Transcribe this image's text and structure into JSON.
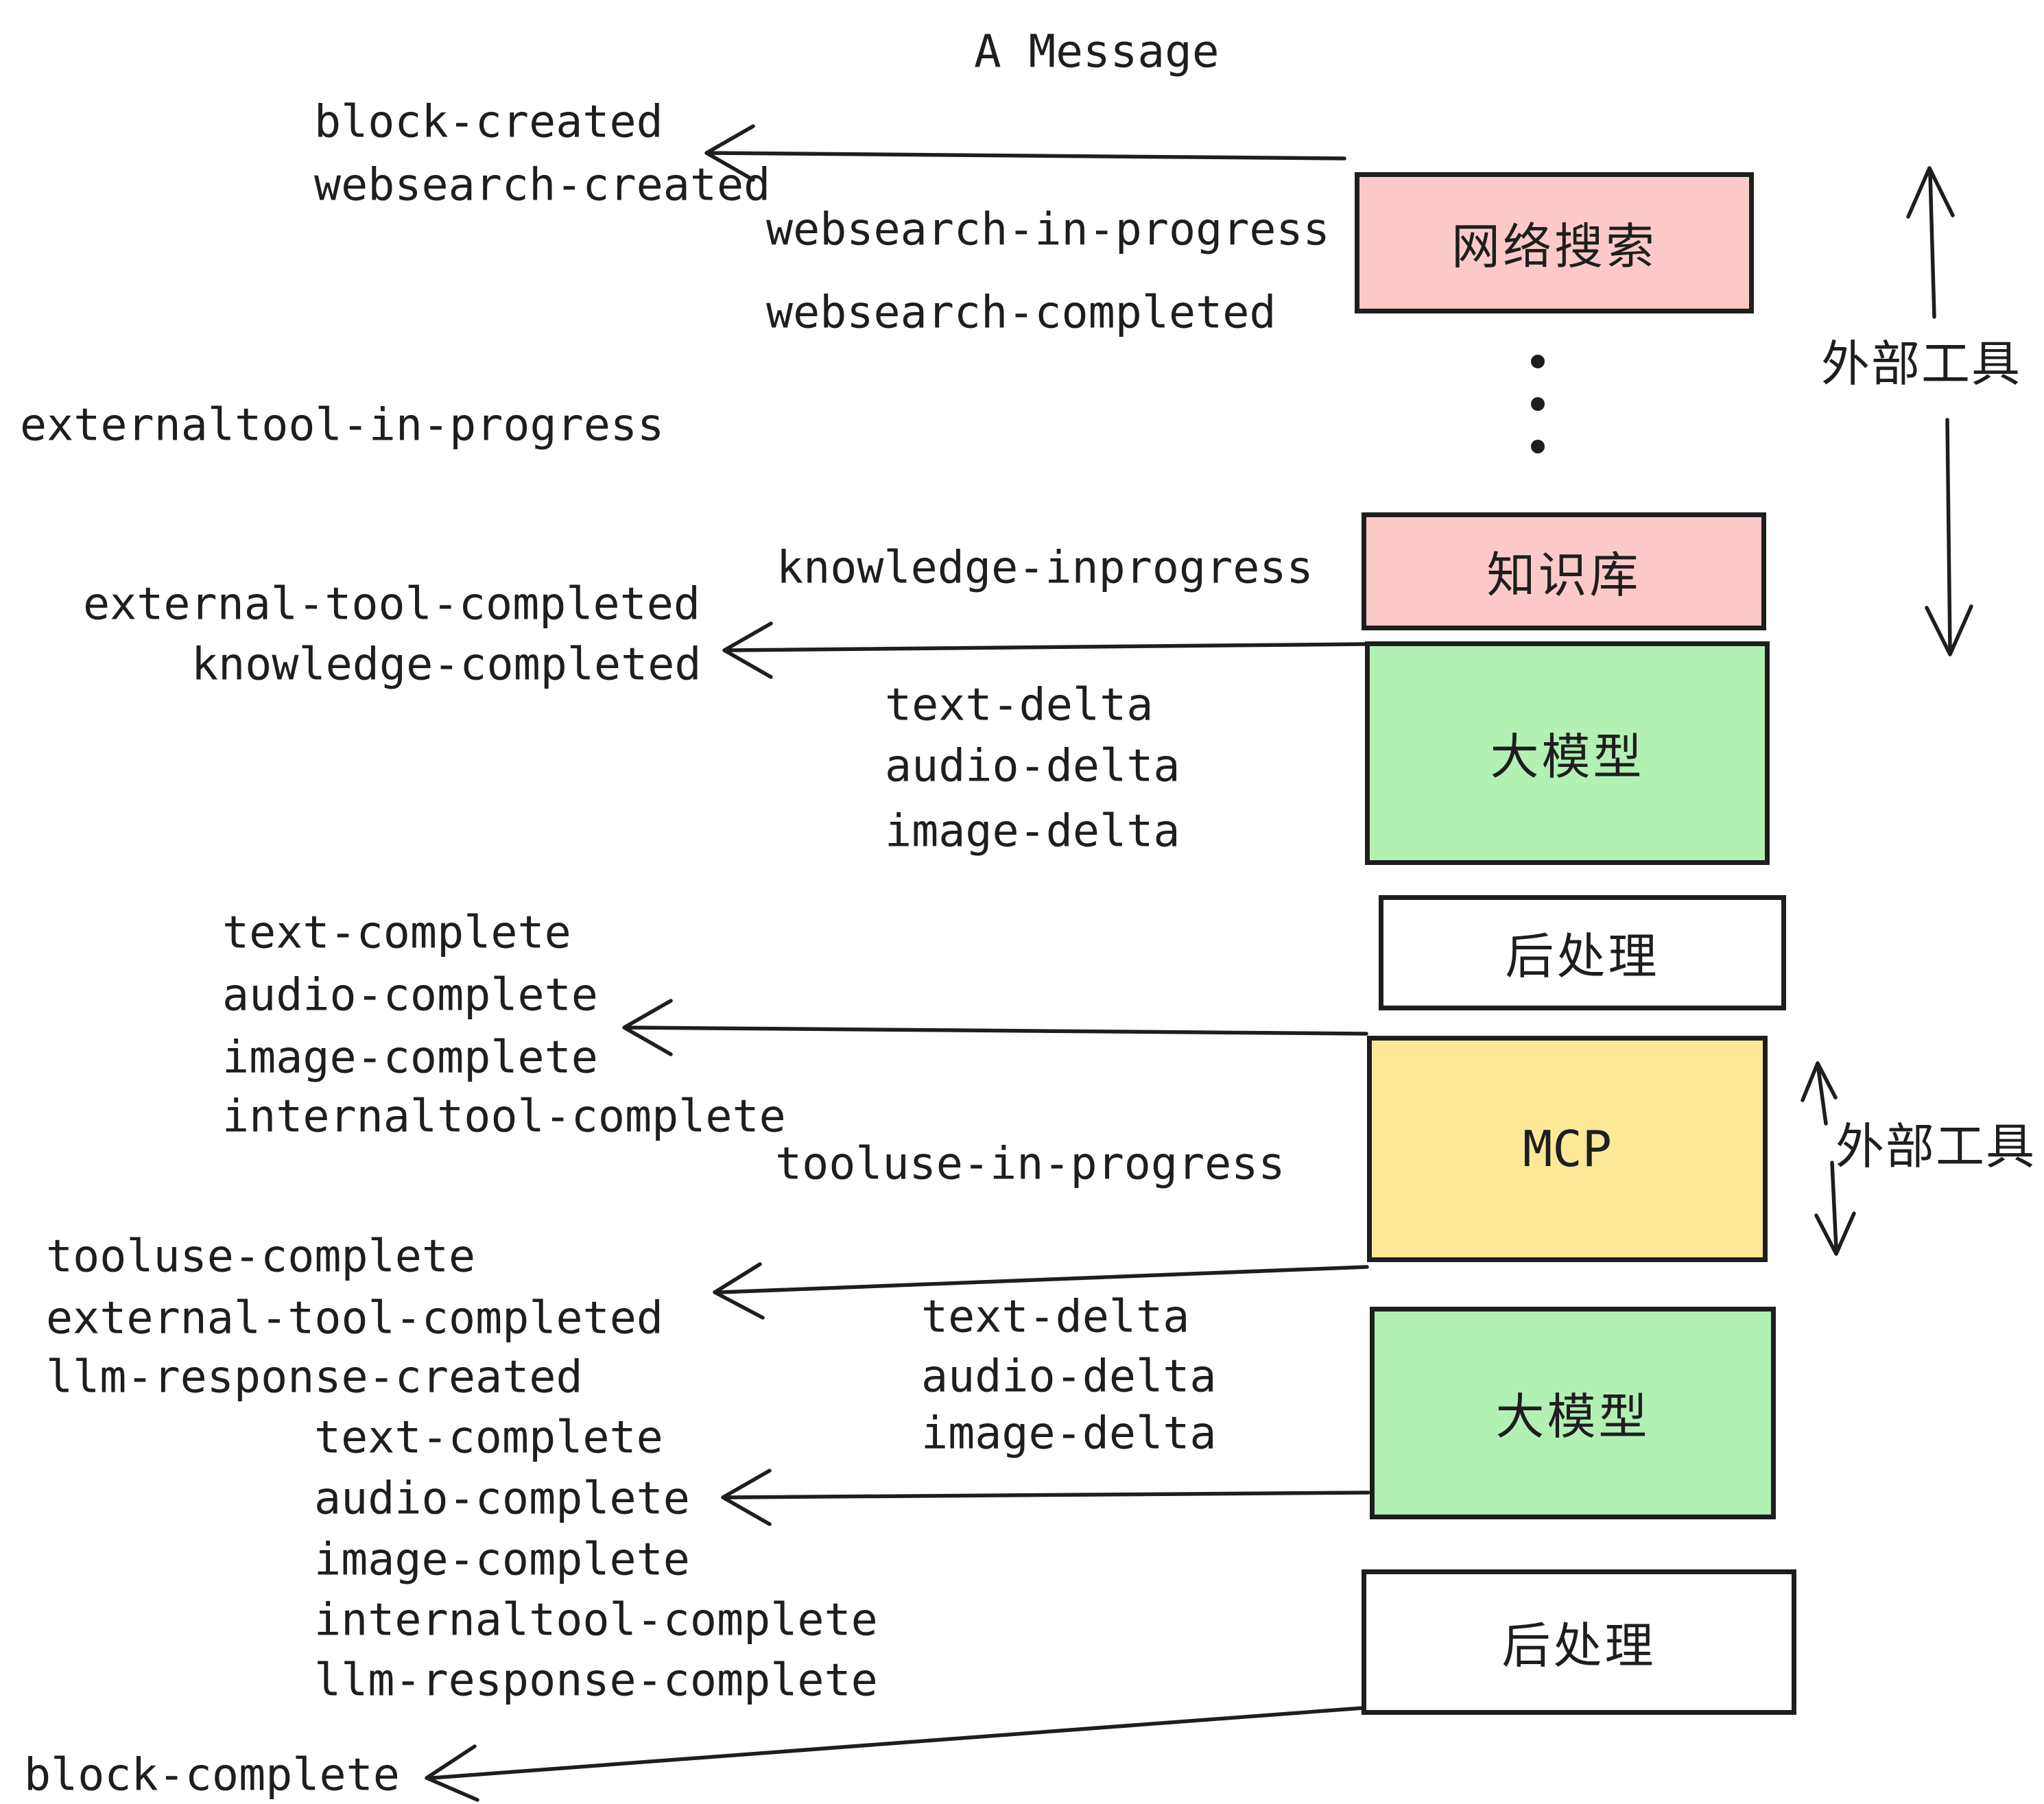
{
  "title": "A Message",
  "events": {
    "block_created": "block-created",
    "websearch_created": "websearch-created",
    "websearch_in_progress": "websearch-in-progress",
    "websearch_completed": "websearch-completed",
    "externaltool_in_progress": "externaltool-in-progress",
    "knowledge_inprogress": "knowledge-inprogress",
    "external_tool_completed": "external-tool-completed",
    "knowledge_completed": "knowledge-completed",
    "text_delta": "text-delta",
    "audio_delta": "audio-delta",
    "image_delta": "image-delta",
    "text_complete": "text-complete",
    "audio_complete": "audio-complete",
    "image_complete": "image-complete",
    "internaltool_complete": "internaltool-complete",
    "tooluse_in_progress": "tooluse-in-progress",
    "tooluse_complete": "tooluse-complete",
    "llm_response_created": "llm-response-created",
    "llm_response_complete": "llm-response-complete",
    "block_complete": "block-complete"
  },
  "boxes": {
    "web_search": "网络搜索",
    "knowledge_base": "知识库",
    "llm": "大模型",
    "post_process": "后处理",
    "mcp": "MCP"
  },
  "annotations": {
    "external_tools": "外部工具"
  },
  "colors": {
    "pink": "#FCC9C9",
    "green": "#B2F0B4",
    "yellow": "#FCE897",
    "white": "#FFFFFF",
    "ink": "#1E1E1E"
  }
}
